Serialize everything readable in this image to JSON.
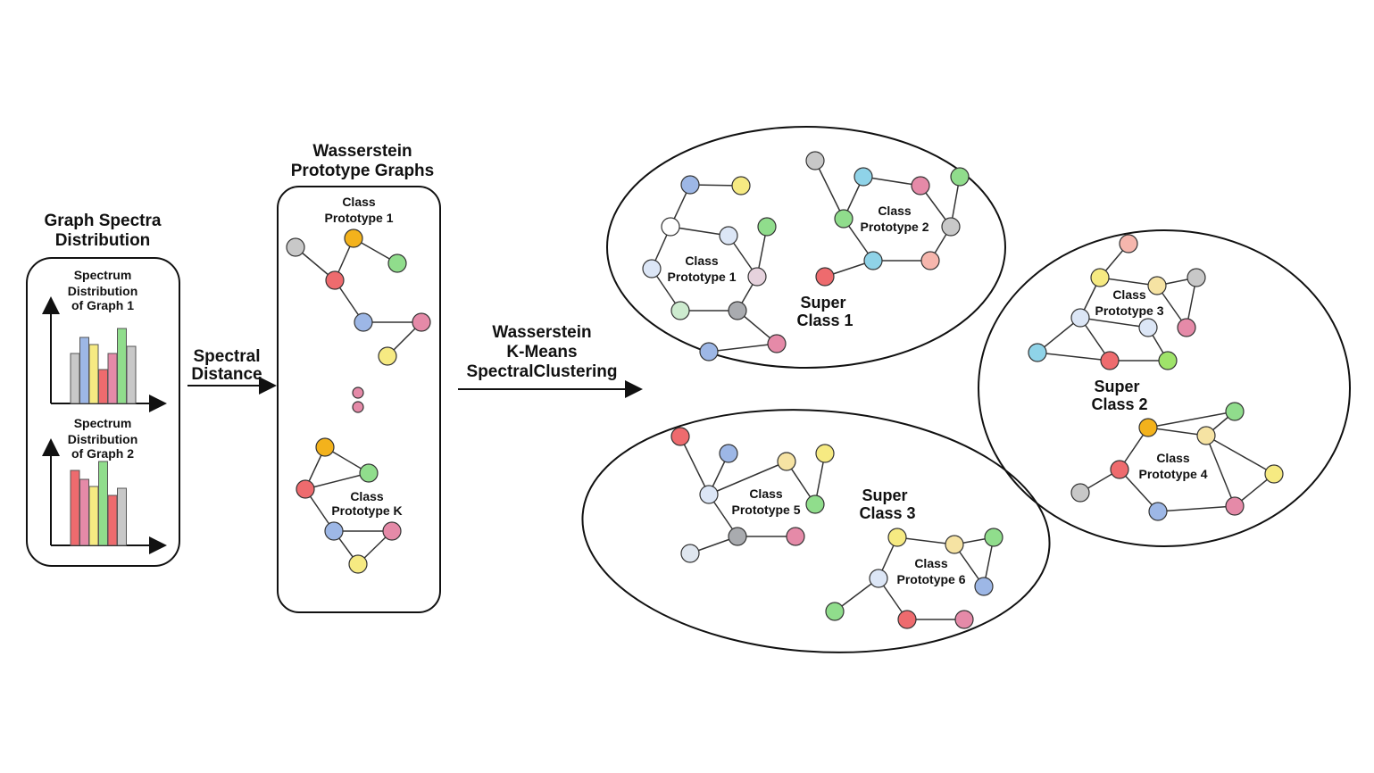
{
  "titles": {
    "spectra": [
      "Graph Spectra",
      "Distribution"
    ],
    "prototypes": [
      "Wasserstein",
      "Prototype Graphs"
    ]
  },
  "spectrum_labels": {
    "graph1": [
      "Spectrum",
      "Distribution",
      "of Graph 1"
    ],
    "graph2": [
      "Spectrum",
      "Distribution",
      "of Graph 2"
    ]
  },
  "arrows": {
    "spectral": [
      "Spectral",
      "Distance"
    ],
    "clustering": [
      "Wasserstein",
      "K-Means",
      "SpectralClustering"
    ]
  },
  "prototypes": {
    "p1": [
      "Class",
      "Prototype 1"
    ],
    "pk": [
      "Class",
      "Prototype K"
    ]
  },
  "clusters": {
    "super1": {
      "label": [
        "Super",
        "Class 1"
      ],
      "proto_a": [
        "Class",
        "Prototype 1"
      ],
      "proto_b": [
        "Class",
        "Prototype 2"
      ]
    },
    "super2": {
      "label": [
        "Super",
        "Class 2"
      ],
      "proto_a": [
        "Class",
        "Prototype 3"
      ],
      "proto_b": [
        "Class",
        "Prototype 4"
      ]
    },
    "super3": {
      "label": [
        "Super",
        "Class 3"
      ],
      "proto_a": [
        "Class",
        "Prototype 5"
      ],
      "proto_b": [
        "Class",
        "Prototype 6"
      ]
    }
  },
  "colors": {
    "gray": "#c8c8c8",
    "orange": "#f3b21c",
    "green": "#90dd8c",
    "red": "#ee6b6e",
    "blue": "#9db7e6",
    "pink": "#e58aa8",
    "yellow": "#f6ea82",
    "cyan": "#8fd3e8",
    "lightblue": "#dce6f6",
    "white": "#ffffff",
    "lightgreen": "#cdebcf",
    "darkgray": "#a9abaf",
    "salmon": "#f6b6ad",
    "lightpink": "#e6d2dd",
    "navy": "#dfe6ef",
    "lime": "#9fe36a",
    "lightyellow": "#f6e3a3"
  }
}
